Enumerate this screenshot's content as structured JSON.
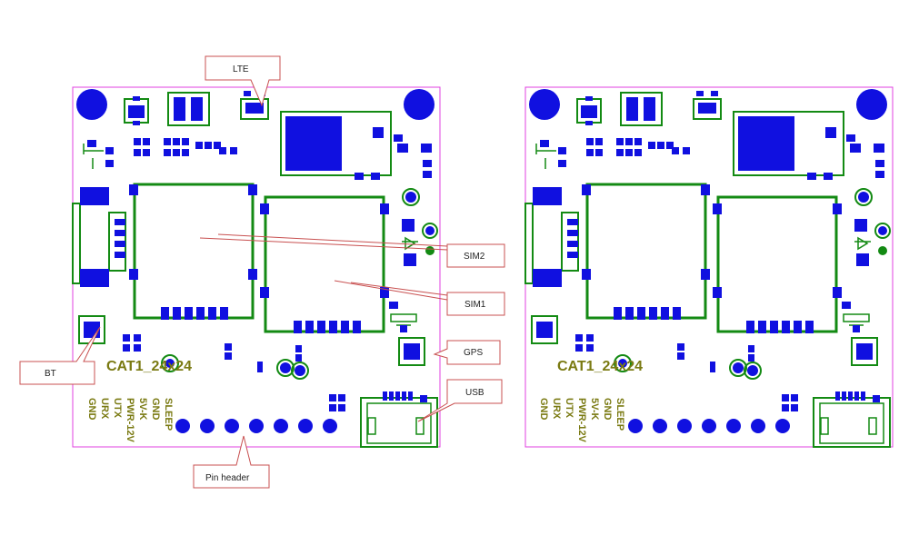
{
  "callouts": {
    "lte": "LTE",
    "sim2": "SIM2",
    "sim1": "SIM1",
    "gps": "GPS",
    "usb": "USB",
    "bt": "BT",
    "pin_header": "Pin header"
  },
  "boards": [
    {
      "model_label": "CAT1_24x24",
      "pins": [
        "GND",
        "URX",
        "UTX",
        "PWR-12V",
        "5V-K",
        "GND",
        "SLEEP"
      ]
    },
    {
      "model_label": "CAT1_24x24",
      "pins": [
        "GND",
        "URX",
        "UTX",
        "PWR-12V",
        "5V-K",
        "GND",
        "SLEEP"
      ]
    }
  ],
  "colors": {
    "board_outline": "#e040e0",
    "trace_green": "#138a13",
    "pad_blue": "#1010e0",
    "silk_olive": "#7a7a12",
    "callout_red": "#c85050"
  }
}
